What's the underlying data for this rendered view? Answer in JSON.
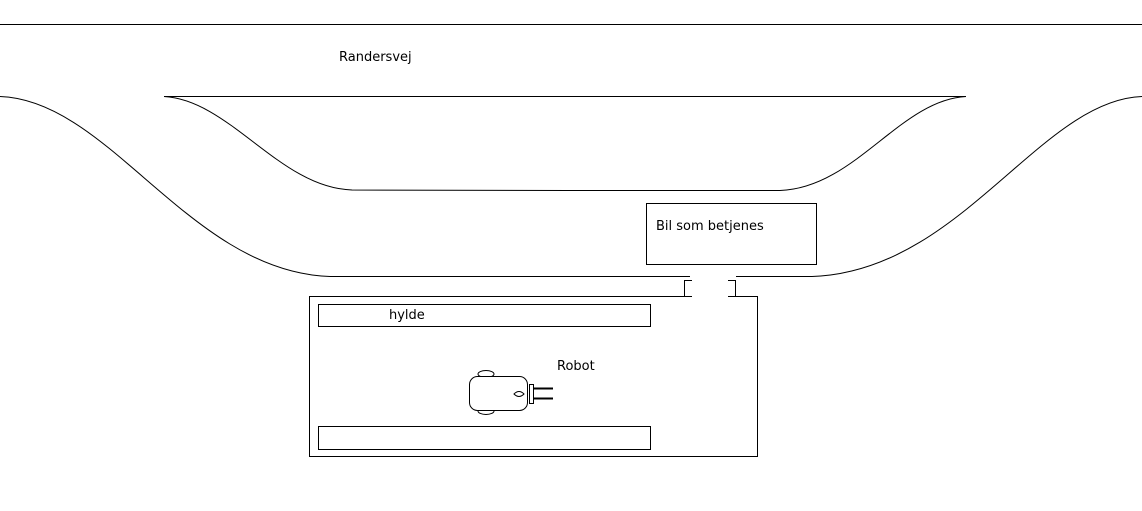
{
  "labels": {
    "road": "Randersvej",
    "car": "Bil som betjenes",
    "shelf": "hylde",
    "robot": "Robot"
  },
  "colors": {
    "background": "#ffffff",
    "stroke": "#000000"
  }
}
